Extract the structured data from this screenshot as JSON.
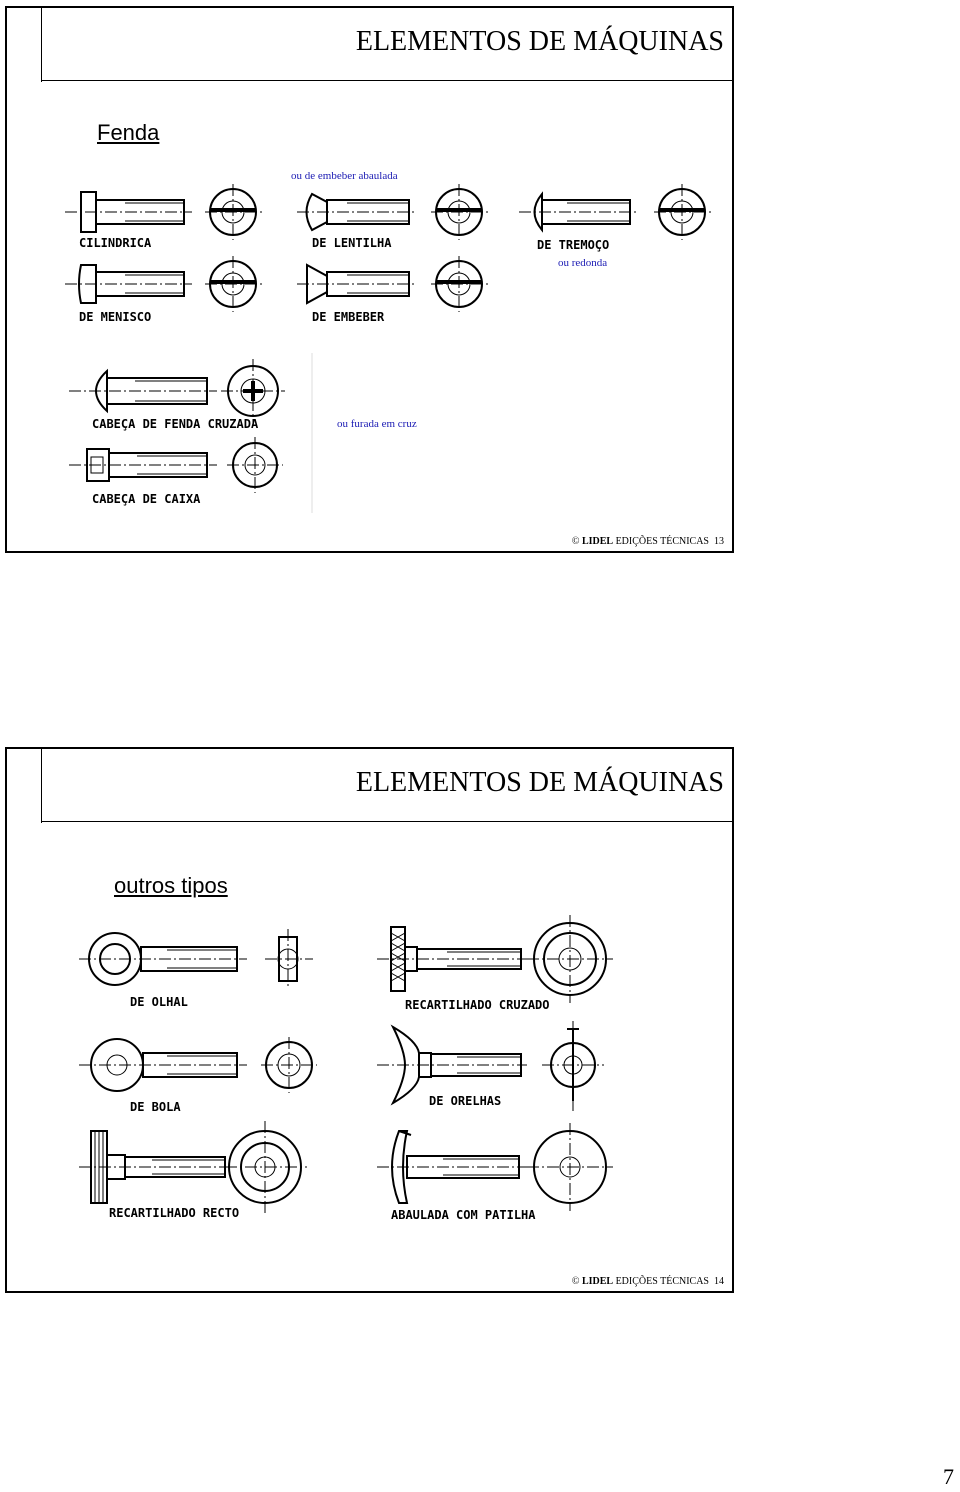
{
  "slide1": {
    "title": "ELEMENTOS DE MÁQUINAS",
    "heading": "Fenda",
    "notes": {
      "embeber": "ou de embeber abaulada",
      "redonda": "ou redonda",
      "cruz": "ou furada em cruz"
    },
    "labels": {
      "cilindrica": "CILINDRICA",
      "lentilha": "DE LENTILHA",
      "tremoco": "DE TREMOÇO",
      "menisco": "DE MENISCO",
      "embeber": "DE EMBEBER",
      "cruzada": "CABEÇA DE FENDA CRUZADA",
      "caixa": "CABEÇA DE CAIXA"
    },
    "footer": {
      "brand": "LIDEL",
      "text": "EDIÇÕES TÉCNICAS",
      "page": "13"
    }
  },
  "slide2": {
    "title": "ELEMENTOS DE MÁQUINAS",
    "heading": "outros tipos",
    "labels": {
      "olhal": "DE OLHAL",
      "rec_cruzado": "RECARTILHADO CRUZADO",
      "bola": "DE BOLA",
      "orelhas": "DE ORELHAS",
      "rec_recto": "RECARTILHADO RECTO",
      "patilha": "ABAULADA COM PATILHA"
    },
    "footer": {
      "brand": "LIDEL",
      "text": "EDIÇÕES TÉCNICAS",
      "page": "14"
    }
  },
  "page_number": "7"
}
